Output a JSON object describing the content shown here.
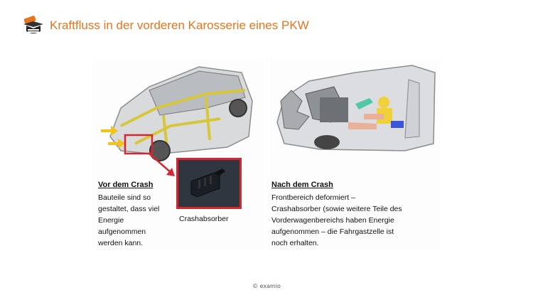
{
  "header": {
    "title": "Kraftfluss in der vorderen Karosserie eines PKW",
    "logo_icon": "graduation-cap-book-icon",
    "accent_color": "#e8741f"
  },
  "left_figure": {
    "section_title": "Vor dem Crash",
    "description": "Bauteile sind so\ngestaltet, dass viel\nEnergie\naufgenommen\nwerden kann.",
    "absorber_label": "Crashabsorber",
    "highlight_color": "#d6262f"
  },
  "right_figure": {
    "section_title": "Nach dem Crash",
    "description": "Frontbereich deformiert –\nCrashabsorber (sowie weitere Teile des\nVorderwagenbereichs haben Energie\naufgenommen – die Fahrgastzelle ist\nnoch erhalten."
  },
  "footer": {
    "copyright": "© examio"
  }
}
